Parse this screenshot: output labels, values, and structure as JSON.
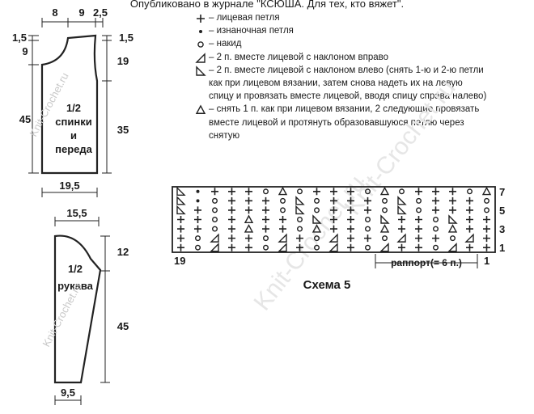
{
  "header": "Опубликовано в журнале \"КСЮША. Для тех, кто вяжет\".",
  "legend": [
    {
      "icon": "plus-knit-icon",
      "text": "– лицевая петля",
      "cont": []
    },
    {
      "icon": "dot-purl-icon",
      "text": "– изнаночная петля",
      "cont": []
    },
    {
      "icon": "circle-yarn-over-icon",
      "text": "– накид",
      "cont": []
    },
    {
      "icon": "triangle-right-decrease-icon",
      "text": "– 2 п. вместе лицевой с наклоном вправо",
      "cont": []
    },
    {
      "icon": "triangle-left-decrease-icon",
      "text": "– 2 п. вместе лицевой с наклоном влево (снять 1-ю и 2-ю петли",
      "cont": [
        "как при лицевом вязании, затем снова надеть их на левую",
        "спицу и провязать вместе лицевой, вводя спицу справа налево)"
      ]
    },
    {
      "icon": "triangle-double-decrease-icon",
      "text": "– снять 1 п. как при лицевом вязании, 2 следующие провязать",
      "cont": [
        "вместе лицевой и протянуть образовавшуюся петлю через",
        "снятую"
      ]
    }
  ],
  "body_pattern": {
    "label": [
      "1/2",
      "спинки",
      "и",
      "переда"
    ],
    "top_dims": [
      "8",
      "9",
      "2,5"
    ],
    "left_dims": [
      "1,5",
      "9",
      "45"
    ],
    "right_dims": [
      "1,5",
      "19",
      "35"
    ],
    "bottom_dim": "19,5"
  },
  "sleeve_pattern": {
    "label": [
      "1/2",
      "рукава"
    ],
    "top_dim": "15,5",
    "right_dims": [
      "12",
      "45"
    ],
    "bottom_dim": "9,5"
  },
  "scheme": {
    "title": "Схема 5",
    "rows": [
      {
        "label": "7",
        "cells": [
          "L",
          "•",
          "+",
          "+",
          "+",
          "o",
          "A",
          "o",
          "+",
          "+",
          "+",
          "o",
          "A",
          "o",
          "+",
          "+",
          "+",
          "o",
          "A"
        ]
      },
      {
        "label": "",
        "cells": [
          "L",
          "•",
          "o",
          "+",
          "+",
          "+",
          "o",
          "L",
          "o",
          "+",
          "+",
          "+",
          "o",
          "L",
          "o",
          "+",
          "+",
          "+",
          "o"
        ]
      },
      {
        "label": "5",
        "cells": [
          "L",
          "+",
          "o",
          "+",
          "+",
          "+",
          "o",
          "L",
          "o",
          "+",
          "+",
          "+",
          "o",
          "L",
          "o",
          "+",
          "+",
          "+",
          "o"
        ]
      },
      {
        "label": "",
        "cells": [
          "+",
          "+",
          "o",
          "+",
          "A",
          "+",
          "+",
          "o",
          "L",
          "+",
          "+",
          "o",
          "L",
          "+",
          "+",
          "o",
          "L",
          "+",
          "+"
        ]
      },
      {
        "label": "3",
        "cells": [
          "+",
          "+",
          "o",
          "+",
          "A",
          "+",
          "+",
          "o",
          "A",
          "+",
          "+",
          "o",
          "A",
          "+",
          "+",
          "o",
          "A",
          "+",
          "+"
        ]
      },
      {
        "label": "",
        "cells": [
          "+",
          "o",
          "R",
          "+",
          "+",
          "o",
          "R",
          "+",
          "o",
          "R",
          "+",
          "+",
          "o",
          "R",
          "+",
          "+",
          "o",
          "R",
          "+"
        ]
      },
      {
        "label": "1",
        "cells": [
          "+",
          "o",
          "R",
          "+",
          "+",
          "o",
          "R",
          "+",
          "o",
          "R",
          "+",
          "o",
          "R",
          "+",
          "+",
          "o",
          "R",
          "+",
          "+"
        ]
      }
    ],
    "col_left_label": "19",
    "col_right_label": "1",
    "rapport": "раппорт(= 6 п.)",
    "rapport_span": [
      13,
      18
    ]
  },
  "watermark": "Knit-Crochet.ru"
}
